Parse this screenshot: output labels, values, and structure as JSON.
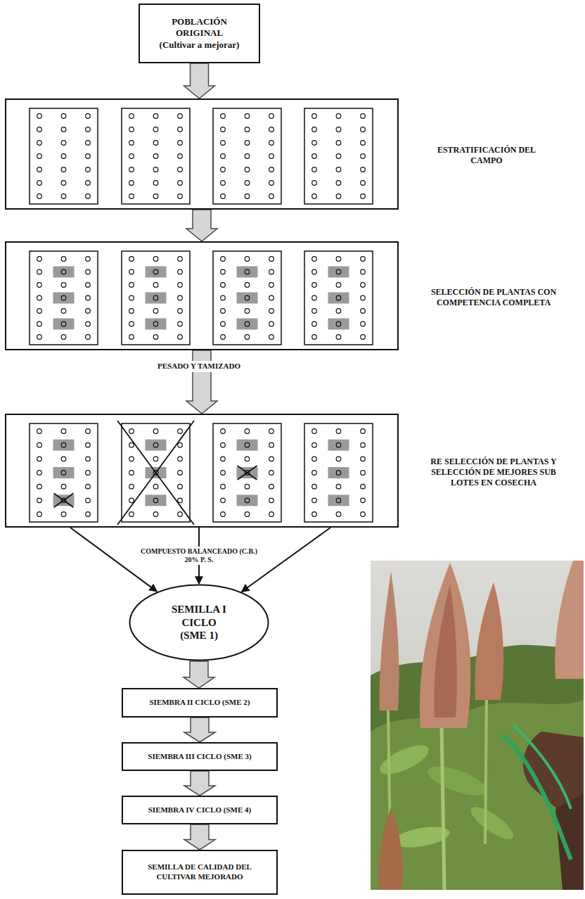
{
  "diagram": {
    "nodes": [
      {
        "text": [
          "POBLACIÓN ORIGINAL",
          "(Cultivar a mejorar)"
        ]
      },
      {
        "text": [
          "ESTRATIFICACIÓN DEL CAMPO"
        ]
      },
      {
        "text": [
          "SELECCIÓN DE PLANTAS CON COMPETENCIA COMPLETA"
        ]
      },
      {
        "text": [
          "RE SELECCIÓN DE PLANTAS Y SELECCIÓN DE MEJORES SUB LOTES EN COSECHA"
        ]
      },
      {
        "text": [
          "SEMILLA I CICLO (SME 1)"
        ]
      },
      {
        "text": [
          "SIEMBRA II CICLO (SME 2)"
        ]
      },
      {
        "text": [
          "SIEMBRA III CICLO (SME 3)"
        ]
      },
      {
        "text": [
          "SIEMBRA IV CICLO (SME 4)"
        ]
      },
      {
        "text": [
          "SEMILLA DE CALIDAD DEL CULTIVAR MEJORADO"
        ]
      }
    ],
    "edges": [
      {
        "from": 0,
        "to": 1,
        "arrow": "to"
      },
      {
        "from": 1,
        "to": 2,
        "arrow": "to"
      },
      {
        "from": 2,
        "to": 3,
        "arrow": "to",
        "label": "PESADO Y TAMIZADO"
      },
      {
        "from": 3,
        "to": 4,
        "arrow": "to"
      },
      {
        "from": 3,
        "to": 4,
        "arrow": "to",
        "label": "COMPUESTO BALANCEADO (C.B.) 20% P. S."
      },
      {
        "from": 3,
        "to": 4,
        "arrow": "to"
      },
      {
        "from": 4,
        "to": 5,
        "arrow": "to"
      },
      {
        "from": 5,
        "to": 6,
        "arrow": "to"
      },
      {
        "from": 6,
        "to": 7,
        "arrow": "to"
      },
      {
        "from": 7,
        "to": 8,
        "arrow": "to"
      }
    ]
  }
}
